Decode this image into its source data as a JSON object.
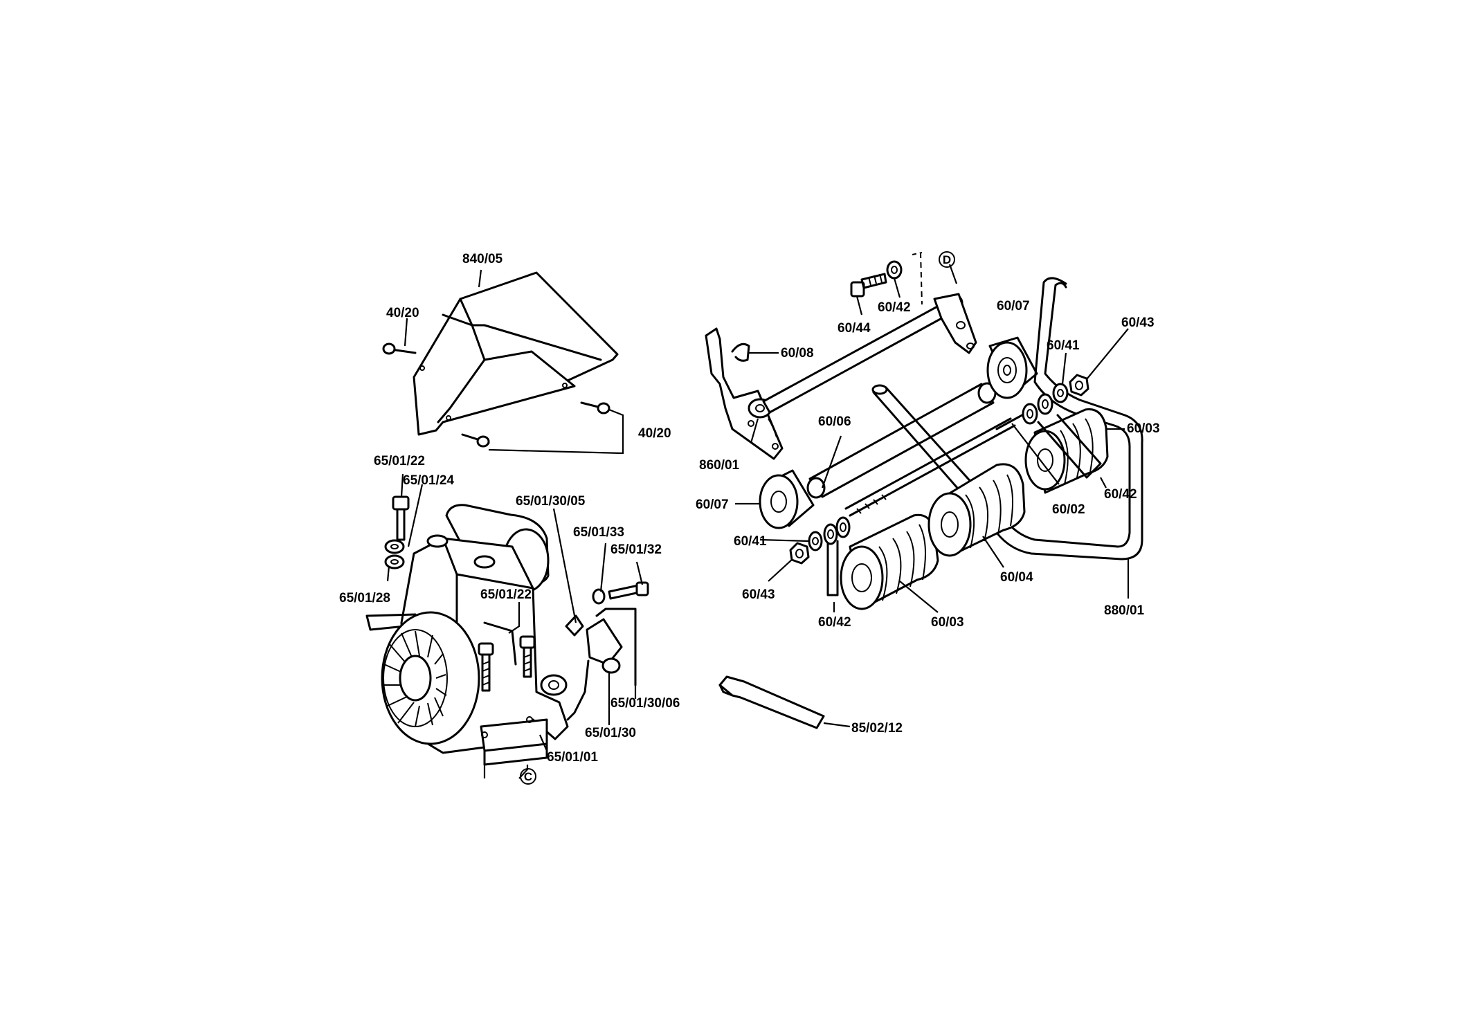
{
  "labels": {
    "l_840_05": "840/05",
    "l_40_20_a": "40/20",
    "l_40_20_b": "40/20",
    "l_65_01_22_a": "65/01/22",
    "l_65_01_24": "65/01/24",
    "l_65_01_28": "65/01/28",
    "l_65_01_30_05": "65/01/30/05",
    "l_65_01_33": "65/01/33",
    "l_65_01_32": "65/01/32",
    "l_65_01_22_b": "65/01/22",
    "l_65_01_30_06": "65/01/30/06",
    "l_65_01_30": "65/01/30",
    "l_65_01_01": "65/01/01",
    "l_60_44": "60/44",
    "l_60_42_a": "60/42",
    "l_60_08": "60/08",
    "l_60_07_a": "60/07",
    "l_60_41_a": "60/41",
    "l_60_43_a": "60/43",
    "l_60_03_a": "60/03",
    "l_60_42_b": "60/42",
    "l_60_02": "60/02",
    "l_60_06": "60/06",
    "l_860_01": "860/01",
    "l_60_07_b": "60/07",
    "l_60_41_b": "60/41",
    "l_60_43_b": "60/43",
    "l_60_42_c": "60/42",
    "l_60_03_b": "60/03",
    "l_60_04": "60/04",
    "l_880_01": "880/01",
    "l_85_02_12": "85/02/12"
  },
  "markers": {
    "c": "C",
    "d": "D"
  }
}
